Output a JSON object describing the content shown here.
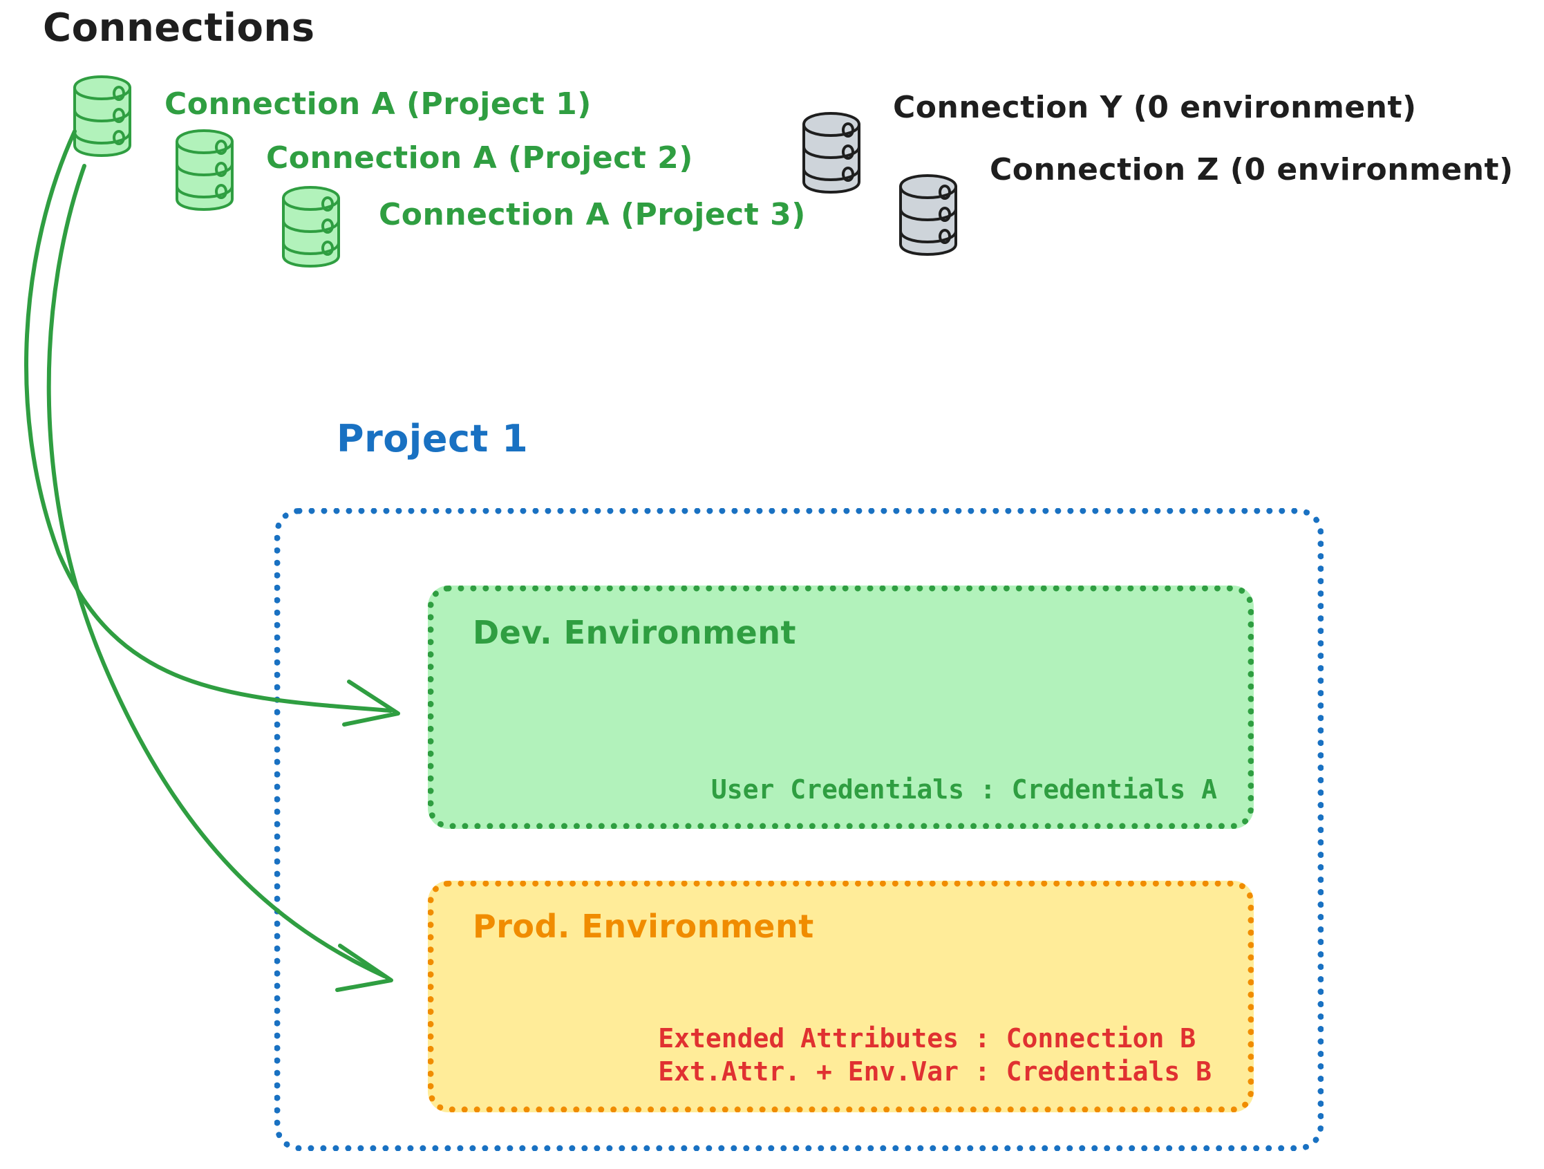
{
  "title": "Connections",
  "colors": {
    "green_stroke": "#2f9e41",
    "green_fill": "#b2f2bb",
    "gray_stroke": "#1e1e1e",
    "gray_fill": "#ced4da",
    "blue": "#1971c2",
    "orange": "#f08c00",
    "yellow_fill": "#ffec99",
    "red": "#e03131",
    "black": "#1e1e1e"
  },
  "connections": [
    {
      "label": "Connection A (Project 1)",
      "color": "green",
      "icon": "database-cylinder-icon"
    },
    {
      "label": "Connection A (Project 2)",
      "color": "green",
      "icon": "database-cylinder-icon"
    },
    {
      "label": "Connection A (Project 3)",
      "color": "green",
      "icon": "database-cylinder-icon"
    },
    {
      "label": "Connection Y (0 environment)",
      "color": "gray",
      "icon": "database-cylinder-icon"
    },
    {
      "label": "Connection Z (0 environment)",
      "color": "gray",
      "icon": "database-cylinder-icon"
    }
  ],
  "project": {
    "title": "Project 1",
    "environments": [
      {
        "name": "Dev. Environment",
        "color": "green",
        "entries": [
          "User Credentials : Credentials A"
        ]
      },
      {
        "name": "Prod. Environment",
        "color": "orange",
        "entries": [
          "Extended Attributes : Connection B",
          "Ext.Attr. + Env.Var : Credentials B"
        ]
      }
    ]
  },
  "arrows": [
    {
      "from": "Connection A (Project 1)",
      "to": "Dev. Environment"
    },
    {
      "from": "Connection A (Project 1)",
      "to": "Prod. Environment"
    }
  ]
}
